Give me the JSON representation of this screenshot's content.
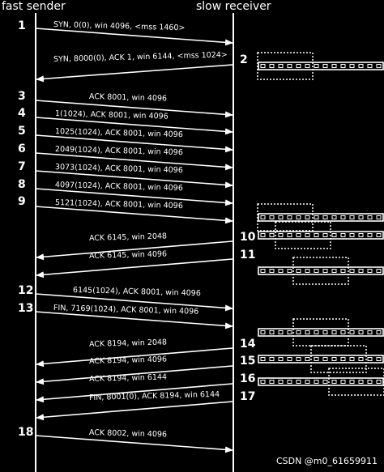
{
  "header": {
    "left": "fast sender",
    "right": "slow receiver"
  },
  "sender_steps": [
    "1",
    "3",
    "4",
    "5",
    "6",
    "7",
    "8",
    "9",
    "12",
    "13",
    "18"
  ],
  "receiver_steps": [
    "2",
    "10",
    "11",
    "14",
    "15",
    "16",
    "17"
  ],
  "messages": [
    {
      "text": "SYN, 0(0), win 4096, <mss 1460>",
      "dir": "right"
    },
    {
      "text": "SYN, 8000(0), ACK 1, win 6144, <mss 1024>",
      "dir": "left"
    },
    {
      "text": "ACK 8001, win 4096",
      "dir": "right"
    },
    {
      "text": "1(1024), ACK 8001, win 4096",
      "dir": "right"
    },
    {
      "text": "1025(1024), ACK 8001, win 4096",
      "dir": "right"
    },
    {
      "text": "2049(1024), ACK 8001, win 4096",
      "dir": "right"
    },
    {
      "text": "3073(1024), ACK 8001, win 4096",
      "dir": "right"
    },
    {
      "text": "4097(1024), ACK 8001, win 4096",
      "dir": "right"
    },
    {
      "text": "5121(1024), ACK 8001, win 4096",
      "dir": "right"
    },
    {
      "text": "ACK 6145, win 2048",
      "dir": "left"
    },
    {
      "text": "ACK 6145, win 4096",
      "dir": "left"
    },
    {
      "text": "6145(1024), ACK 8001, win 4096",
      "dir": "right"
    },
    {
      "text": "FIN, 7169(1024), ACK 8001, win 4096",
      "dir": "right"
    },
    {
      "text": "ACK 8194, win 2048",
      "dir": "left"
    },
    {
      "text": "ACK 8194, win 4096",
      "dir": "left"
    },
    {
      "text": "ACK 8194, win 6144",
      "dir": "left"
    },
    {
      "text": "FIN, 8001(0), ACK 8194, win 6144",
      "dir": "left"
    },
    {
      "text": "ACK 8002, win 4096",
      "dir": "right"
    }
  ],
  "watermark": "CSDN @m0_61659911"
}
